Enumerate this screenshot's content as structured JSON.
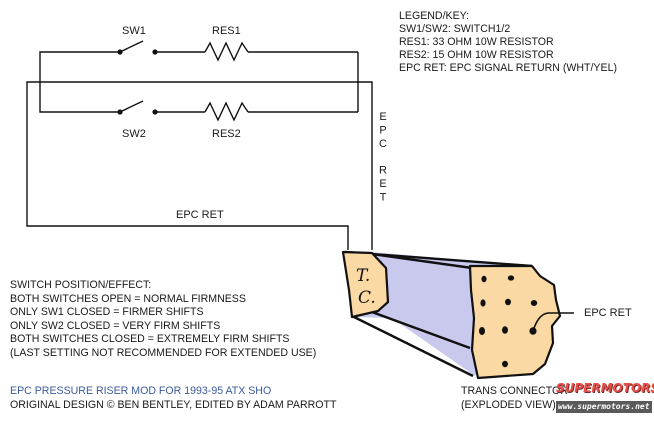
{
  "diagram": {
    "title": "EPC PRESSURE RISER MOD FOR 1993-95 ATX SHO",
    "credit": "ORIGINAL DESIGN © BEN BENTLEY, EDITED BY ADAM PARROTT",
    "components": {
      "sw1": "SW1",
      "sw2": "SW2",
      "res1": "RES1",
      "res2": "RES2"
    },
    "wire_labels": {
      "epc_ret_vertical": "EPC RET",
      "epc_ret_bottom": "EPC RET",
      "epc_ret_pin": "EPC RET"
    },
    "connector": {
      "face_text_line1": "T.",
      "face_text_line2": "C.",
      "label_line1": "TRANS CONNECTOR",
      "label_line2": "(EXPLODED VIEW)",
      "colors": {
        "face": "#fbd9a4",
        "body": "#c9c9ee",
        "outline": "#111111"
      }
    },
    "legend": {
      "heading": "LEGEND/KEY:",
      "items": [
        "SW1/SW2: SWITCH1/2",
        "RES1: 33 OHM 10W RESISTOR",
        "RES2: 15 OHM 10W RESISTOR",
        "EPC RET: EPC SIGNAL RETURN (WHT/YEL)"
      ]
    },
    "switch_effects": {
      "heading": "SWITCH POSITION/EFFECT:",
      "items": [
        "BOTH SWITCHES OPEN = NORMAL FIRMNESS",
        "ONLY SW1 CLOSED = FIRMER SHIFTS",
        "ONLY SW2 CLOSED = VERY FIRM SHIFTS",
        "BOTH SWITCHES CLOSED = EXTREMELY FIRM SHIFTS",
        "(LAST SETTING NOT RECOMMENDED FOR EXTENDED USE)"
      ]
    },
    "watermark": {
      "brand": "SUPERMOTORS",
      "url": "www.supermotors.net"
    },
    "title_color": "#3d5a9c"
  }
}
